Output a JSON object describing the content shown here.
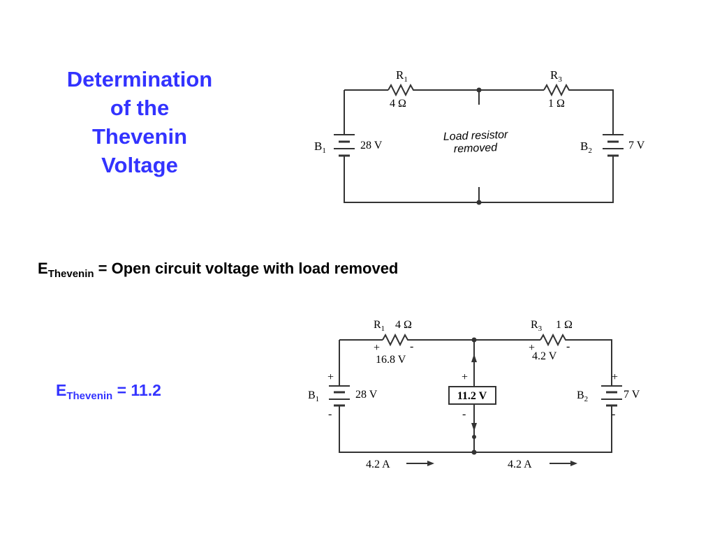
{
  "title_lines": [
    "Determination",
    "of the",
    "Thevenin",
    "Voltage"
  ],
  "equation1": {
    "prefix": "E",
    "sub": "Thevenin",
    "text": " = Open circuit voltage with load removed"
  },
  "equation2": {
    "prefix": "E",
    "sub": "Thevenin",
    "text": " = 11.2"
  },
  "circuit_top": {
    "r1": {
      "name": "R",
      "sub": "1",
      "value": "4 Ω"
    },
    "r3": {
      "name": "R",
      "sub": "3",
      "value": "1 Ω"
    },
    "b1": {
      "name": "B",
      "sub": "1",
      "value": "28 V"
    },
    "b2": {
      "name": "B",
      "sub": "2",
      "value": "7 V"
    },
    "load_note": [
      "Load resistor",
      "removed"
    ]
  },
  "circuit_bottom": {
    "r1": {
      "name": "R",
      "sub": "1",
      "value": "4 Ω",
      "drop": "16.8 V"
    },
    "r3": {
      "name": "R",
      "sub": "3",
      "value": "1 Ω",
      "drop": "4.2 V"
    },
    "b1": {
      "name": "B",
      "sub": "1",
      "value": "28 V"
    },
    "b2": {
      "name": "B",
      "sub": "2",
      "value": "7 V"
    },
    "meter": "11.2 V",
    "current_left": "4.2 A",
    "current_right": "4.2 A",
    "plus": "+",
    "minus": "-"
  },
  "colors": {
    "accent": "#3333ff",
    "wire": "#333333"
  }
}
